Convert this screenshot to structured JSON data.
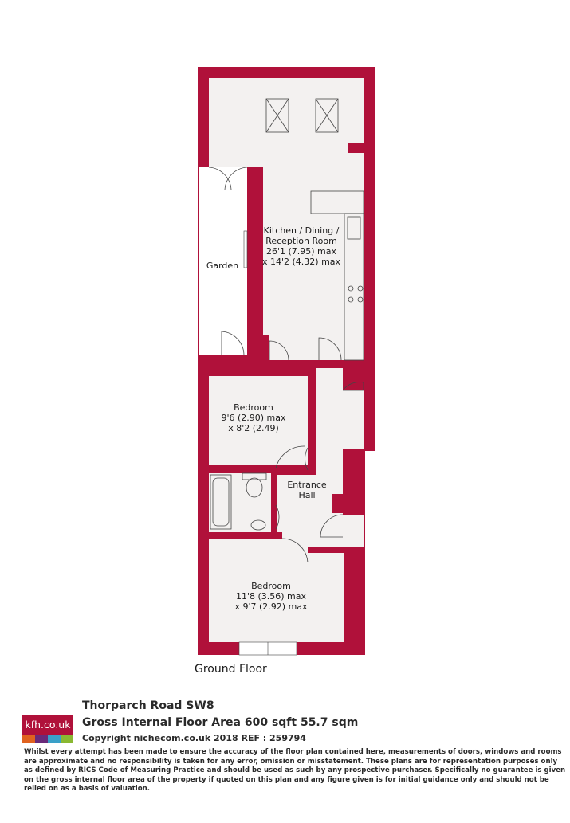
{
  "plan": {
    "rooms": [
      {
        "name": "Kitchen / Dining /",
        "line2": "Reception Room",
        "line3": "26'1 (7.95) max",
        "line4": "x 14'2 (4.32) max"
      },
      {
        "name": "Garden"
      },
      {
        "name": "Bedroom",
        "line2": "9'6 (2.90) max",
        "line3": "x 8'2 (2.49)"
      },
      {
        "name": "Entrance",
        "line2": "Hall"
      },
      {
        "name": "Bedroom",
        "line2": "11'8 (3.56) max",
        "line3": "x 9'7 (2.92) max"
      }
    ],
    "floor_label": "Ground Floor",
    "colors": {
      "wall": "#b0113a",
      "floor": "#f3f1f0"
    }
  },
  "footer": {
    "address": "Thorparch Road SW8",
    "area": "Gross Internal Floor Area 600 sqft 55.7 sqm",
    "copyright": "Copyright nichecom.co.uk 2018 REF : 259794",
    "disclaimer": "Whilst every attempt has been made to ensure the accuracy of the floor plan contained here, measurements of doors, windows and rooms are approximate and no responsibility is taken for any error, omission or misstatement.  These plans are for representation purposes only as defined by RICS Code of Measuring Practice and should be used as such by any prospective purchaser.  Specifically no guarantee is given on the gross internal floor area of the property if quoted on this plan and any figure given is for initial guidance only and should not be relied on as a basis of valuation."
  },
  "logo": {
    "text": "kfh.co.uk",
    "bar_colors": [
      "#e0621f",
      "#6a2a7a",
      "#3aa0c8",
      "#8ab832"
    ]
  }
}
